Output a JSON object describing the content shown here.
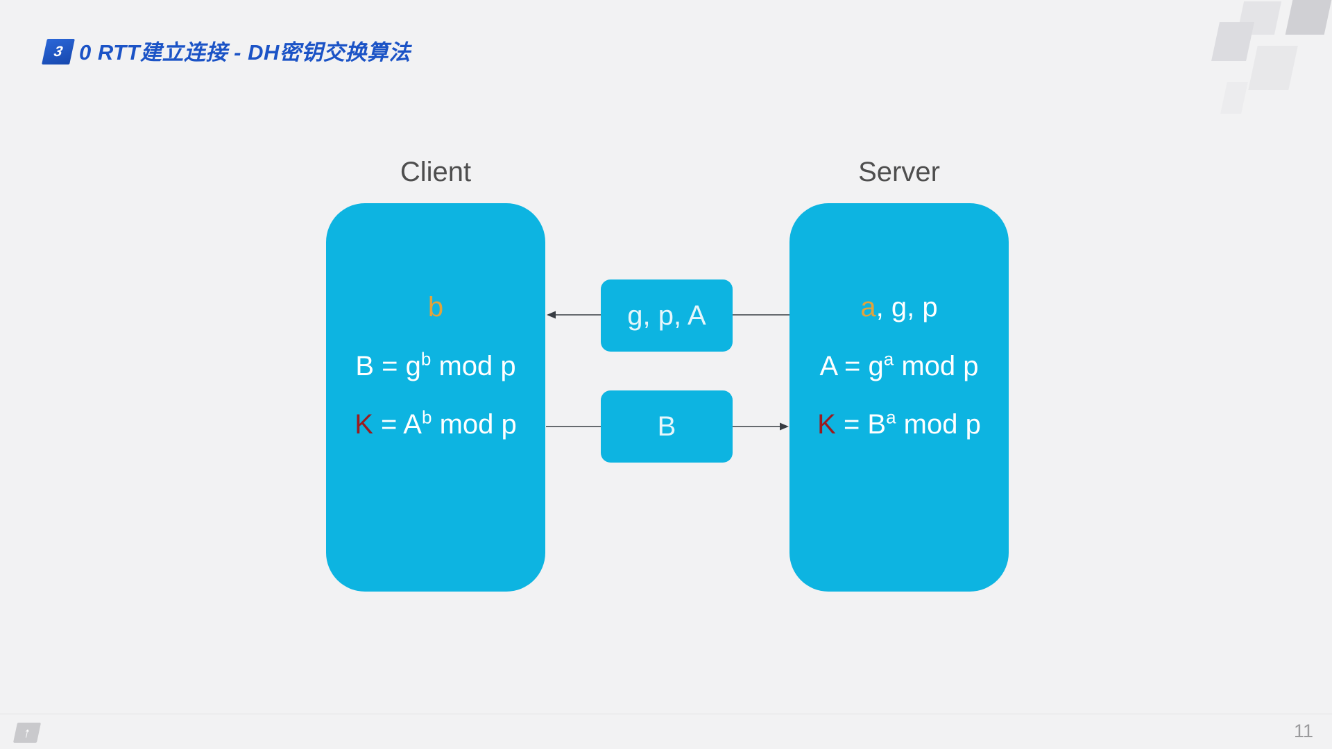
{
  "header": {
    "badge": "3",
    "title": "0 RTT建立连接 - DH密钥交换算法"
  },
  "client": {
    "label": "Client",
    "secret": "b",
    "formula_public": {
      "pre": "B = g",
      "sup": "b",
      "post": " mod p"
    },
    "formula_key": {
      "key": "K",
      "pre": " = A",
      "sup": "b",
      "post": " mod p"
    }
  },
  "server": {
    "label": "Server",
    "params": {
      "highlight": "a",
      "rest": ", g, p"
    },
    "formula_public": {
      "pre": "A = g",
      "sup": "a",
      "post": " mod p"
    },
    "formula_key": {
      "key": "K",
      "pre": " = B",
      "sup": "a",
      "post": " mod p"
    }
  },
  "messages": {
    "server_to_client": "g, p, A",
    "client_to_server": "B"
  },
  "footer": {
    "page_number": "11"
  },
  "colors": {
    "cyan": "#0db4e1",
    "orange": "#e2a33c",
    "dark_red": "#9b1b1f",
    "title_blue": "#1b53c6"
  }
}
